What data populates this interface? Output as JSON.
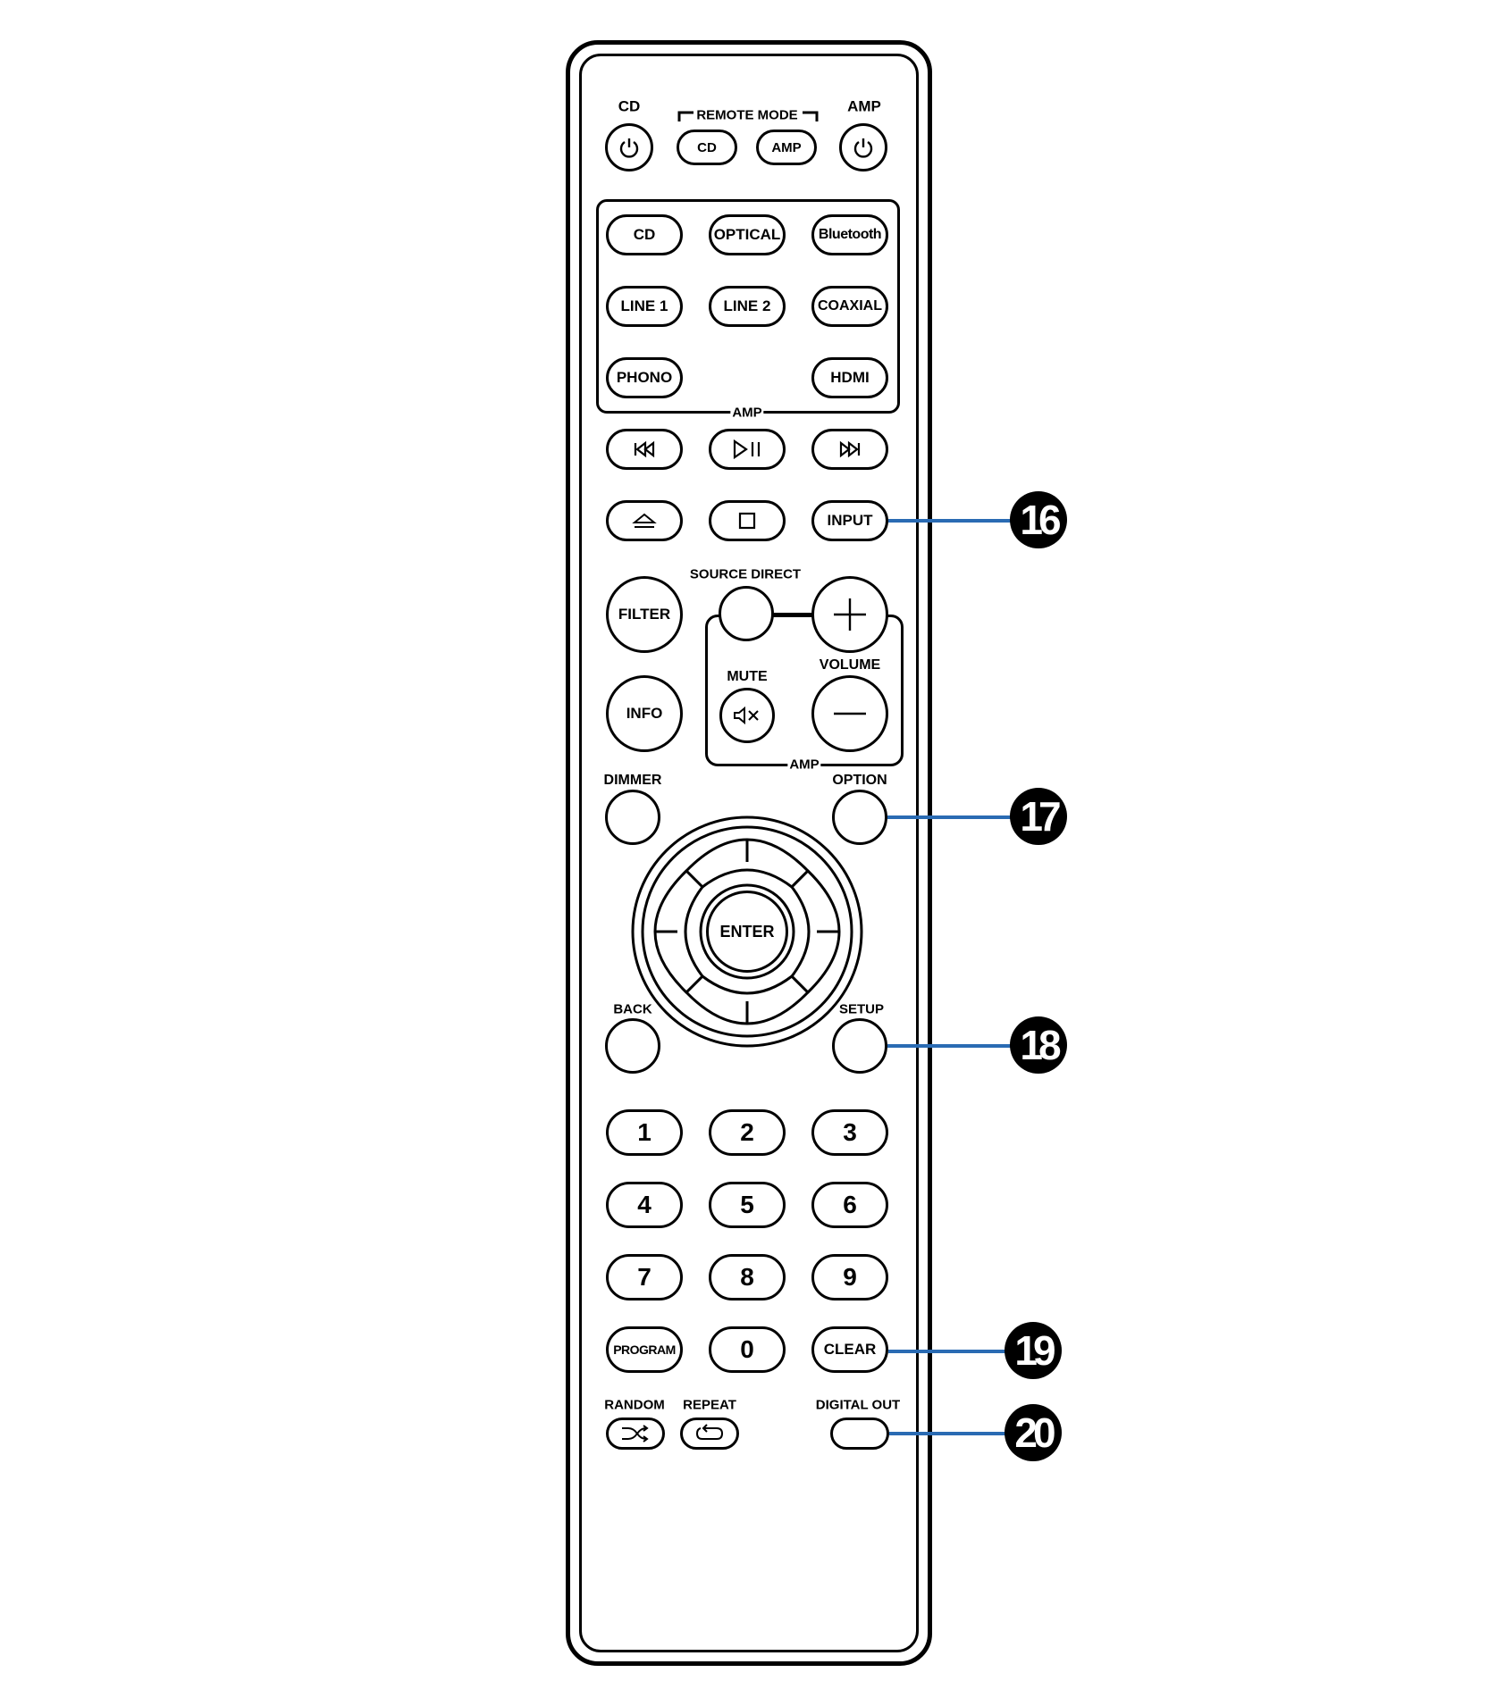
{
  "top": {
    "cd_power_label": "CD",
    "amp_power_label": "AMP",
    "remote_mode_label": "REMOTE MODE",
    "mode_cd": "CD",
    "mode_amp": "AMP",
    "power_icon": "power-icon"
  },
  "inputs": {
    "cd": "CD",
    "optical": "OPTICAL",
    "bluetooth": "Bluetooth",
    "line1": "LINE 1",
    "line2": "LINE 2",
    "coaxial": "COAXIAL",
    "phono": "PHONO",
    "hdmi": "HDMI",
    "group_label": "AMP"
  },
  "transport": {
    "prev_icon": "skip-previous-icon",
    "play_pause_icon": "play-pause-icon",
    "next_icon": "skip-next-icon",
    "eject_icon": "eject-icon",
    "stop_icon": "stop-icon",
    "input": "INPUT"
  },
  "controls": {
    "filter": "FILTER",
    "info": "INFO",
    "source_direct": "SOURCE DIRECT",
    "mute": "MUTE",
    "volume": "VOLUME",
    "amp_group_label": "AMP",
    "dimmer": "DIMMER",
    "option": "OPTION",
    "enter": "ENTER",
    "back": "BACK",
    "setup": "SETUP"
  },
  "numpad": [
    "1",
    "2",
    "3",
    "4",
    "5",
    "6",
    "7",
    "8",
    "9"
  ],
  "bottom": {
    "program": "PROGRAM",
    "zero": "0",
    "clear": "CLEAR",
    "random": "RANDOM",
    "repeat": "REPEAT",
    "digital_out": "DIGITAL OUT"
  },
  "callouts": [
    "16",
    "17",
    "18",
    "19",
    "20"
  ],
  "colors": {
    "leader": "#2a6bb3",
    "outline": "#000000"
  }
}
